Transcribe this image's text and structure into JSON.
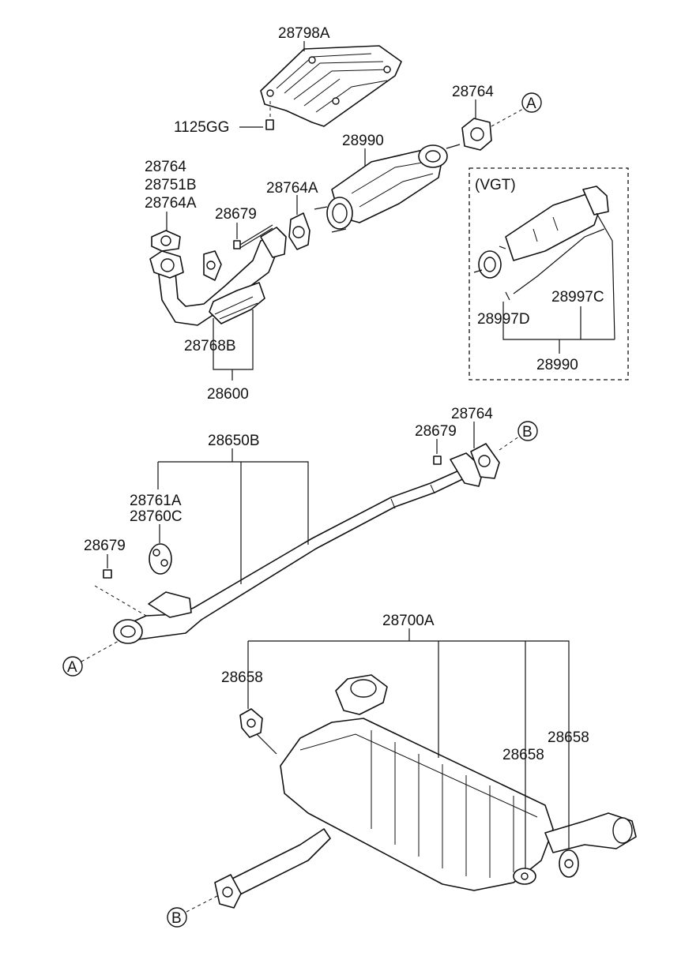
{
  "callouts": {
    "a_top": "A",
    "a_bottom": "A",
    "b_top": "B",
    "b_bottom": "B"
  },
  "labels": {
    "heat_shield": "28798A",
    "bolt_1125gg": "1125GG",
    "gasket_rear_cat": "28764",
    "cat_converter": "28990",
    "gasket_28764a_mid": "28764A",
    "front_gasket_stack": [
      "28764",
      "28751B",
      "28764A"
    ],
    "bolt_28679_top": "28679",
    "flex_28768b": "28768B",
    "front_pipe_28600": "28600",
    "vgt_title": "(VGT)",
    "vgt_28997c": "28997C",
    "vgt_28997d": "28997D",
    "vgt_28990": "28990",
    "center_pipe": "28650B",
    "nut_28679_right": "28679",
    "gasket_28764_center": "28764",
    "hanger_stack": [
      "28761A",
      "28760C"
    ],
    "nut_28679_left": "28679",
    "muffler": "28700A",
    "hanger_28658_left": "28658",
    "hanger_28658_mid": "28658",
    "hanger_28658_right": "28658"
  }
}
